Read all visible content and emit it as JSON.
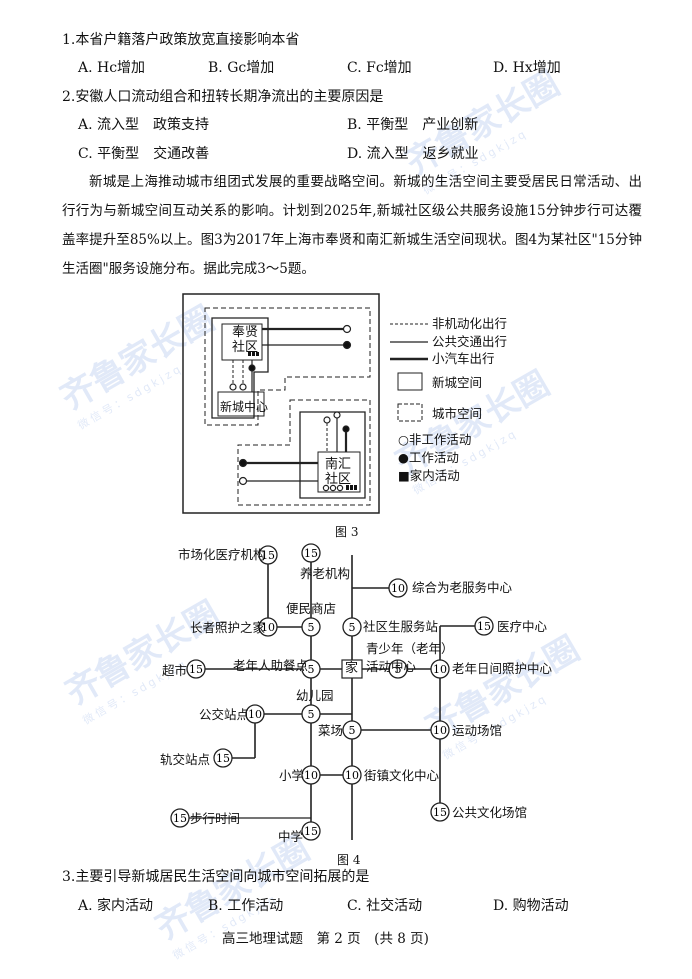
{
  "q1": {
    "stem": "1.本省户籍落户政策放宽直接影响本省",
    "options": [
      "A. Hc增加",
      "B. Gc增加",
      "C. Fc增加",
      "D. Hx增加"
    ]
  },
  "q2": {
    "stem": "2.安徽人口流动组合和扭转长期净流出的主要原因是",
    "options": [
      "A. 流入型　政策支持",
      "B. 平衡型　产业创新",
      "C. 平衡型　交通改善",
      "D. 流入型　返乡就业"
    ]
  },
  "passage": "新城是上海推动城市组团式发展的重要战略空间。新城的生活空间主要受居民日常活动、出行行为与新城空间互动关系的影响。计划到2025年,新城社区级公共服务设施15分钟步行可达覆盖率提升至85%以上。图3为2017年上海市奉贤和南汇新城生活空间现状。图4为某社区\"15分钟生活圈\"服务设施分布。据此完成3～5题。",
  "fig3": {
    "caption": "图 3",
    "fengxian": [
      "奉贤",
      "社区"
    ],
    "xincheng_center": "新城中心",
    "nanhui": [
      "南汇",
      "社区"
    ],
    "legend": {
      "nonmotor": "非机动化出行",
      "transit": "公共交通出行",
      "car": "小汽车出行",
      "new_city": "新城空间",
      "urban": "城市空间",
      "non_work": "○非工作活动",
      "work": "●工作活动",
      "home": "■家内活动"
    }
  },
  "fig4": {
    "caption": "图 4",
    "home": "家",
    "nodes": [
      {
        "value": "15",
        "label": "市场化医疗机构"
      },
      {
        "value": "15",
        "label": "养老机构"
      },
      {
        "value": "10",
        "label": "综合为老服务中心"
      },
      {
        "value": "5",
        "label": "便民商店"
      },
      {
        "value": "10",
        "label": "长者照护之家"
      },
      {
        "value": "5",
        "label": "社区生服务站"
      },
      {
        "value": "15",
        "label": "医疗中心"
      },
      {
        "value": "5",
        "label": "老年人助餐点"
      },
      {
        "value": "5",
        "label": "青少年（老年）活动中心"
      },
      {
        "value": "10",
        "label": "老年日间照护中心"
      },
      {
        "value": "15",
        "label": "超市"
      },
      {
        "value": "5",
        "label": "幼儿园"
      },
      {
        "value": "10",
        "label": "公交站点"
      },
      {
        "value": "5",
        "label": "菜场"
      },
      {
        "value": "10",
        "label": "运动场馆"
      },
      {
        "value": "15",
        "label": "轨交站点"
      },
      {
        "value": "10",
        "label": "小学"
      },
      {
        "value": "10",
        "label": "街镇文化中心"
      },
      {
        "value": "15",
        "label": "步行时间"
      },
      {
        "value": "15",
        "label": "公共文化场馆"
      },
      {
        "value": "15",
        "label": "中学"
      }
    ]
  },
  "q3": {
    "stem": "3.主要引导新城居民生活空间向城市空间拓展的是",
    "options": [
      "A. 家内活动",
      "B. 工作活动",
      "C. 社交活动",
      "D. 购物活动"
    ]
  },
  "footer": "高三地理试题　第 2 页　(共 8 页)",
  "watermark": {
    "name": "齐鲁家长圈",
    "sub": "微信号：sdgkjzq"
  }
}
